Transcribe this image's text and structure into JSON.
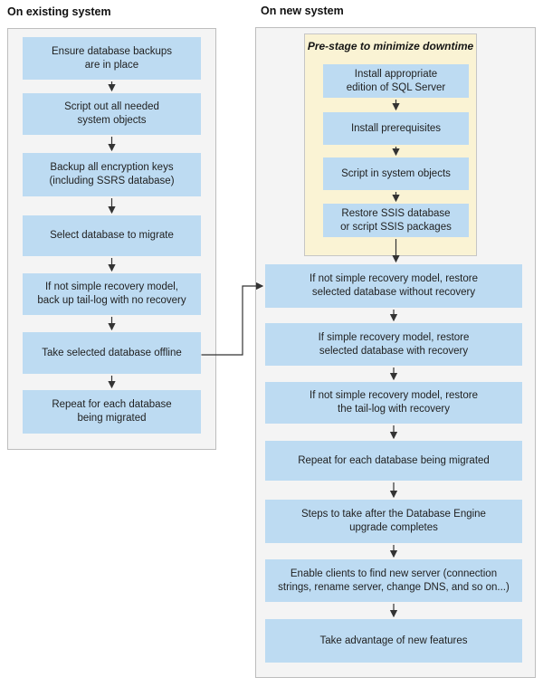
{
  "colors": {
    "step_blue": "#bddbf2",
    "panel_gray": "#f4f4f4",
    "panel_border": "#bdbdbd",
    "prestage_yellow": "#faf3d4",
    "arrow": "#333333",
    "text": "#1f1f1f"
  },
  "left_panel": {
    "title": "On existing system",
    "steps": [
      "Ensure database backups\nare in place",
      "Script out all needed\nsystem objects",
      "Backup all encryption keys\n(including SSRS database)",
      "Select database to migrate",
      "If not simple recovery model,\nback up tail-log with no recovery",
      "Take selected database offline",
      "Repeat for each database\nbeing migrated"
    ]
  },
  "right_panel": {
    "title": "On new system",
    "prestage": {
      "title": "Pre-stage to minimize downtime",
      "steps": [
        "Install appropriate\nedition of SQL Server",
        "Install prerequisites",
        "Script in system objects",
        "Restore SSIS database\nor script SSIS packages"
      ]
    },
    "steps": [
      "If not simple recovery model, restore\nselected database without recovery",
      "If simple recovery model, restore\nselected database with recovery",
      "If not simple recovery model, restore\nthe tail-log with recovery",
      "Repeat for each database being migrated",
      "Steps to take after the Database Engine\nupgrade completes",
      "Enable clients to find new server (connection\nstrings, rename server, change DNS, and so on...)",
      "Take advantage of new features"
    ]
  }
}
